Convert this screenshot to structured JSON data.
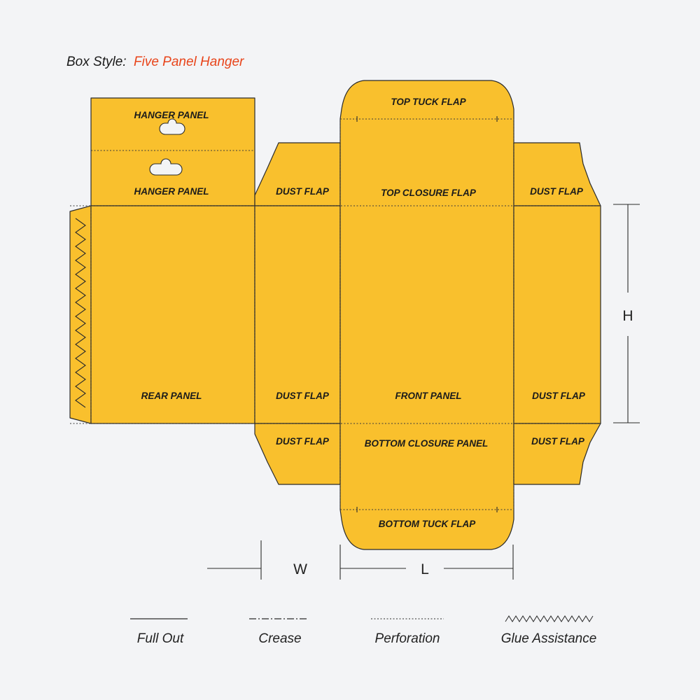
{
  "title": {
    "prefix": "Box Style:",
    "style_name": "Five Panel Hanger"
  },
  "colors": {
    "panel_fill": "#f9c02d",
    "accent": "#e8441a",
    "line": "#2b2b2b",
    "background": "#f3f4f6"
  },
  "panels": {
    "hanger_top": "HANGER PANEL",
    "hanger_bottom": "HANGER PANEL",
    "rear": "REAR PANEL",
    "front": "FRONT PANEL",
    "top_tuck": "TOP TUCK FLAP",
    "top_closure": "TOP CLOSURE FLAP",
    "bottom_closure": "BOTTOM CLOSURE PANEL",
    "bottom_tuck": "BOTTOM TUCK FLAP",
    "dust_flap_left_top": "DUST FLAP",
    "dust_flap_left_mid": "DUST FLAP",
    "dust_flap_left_bottom": "DUST FLAP",
    "dust_flap_right_top": "DUST FLAP",
    "dust_flap_right_mid": "DUST FLAP",
    "dust_flap_right_bottom": "DUST FLAP"
  },
  "dimensions": {
    "width": "W",
    "length": "L",
    "height": "H"
  },
  "legend": {
    "full_out": "Full Out",
    "crease": "Crease",
    "perforation": "Perforation",
    "glue_assistance": "Glue Assistance"
  }
}
